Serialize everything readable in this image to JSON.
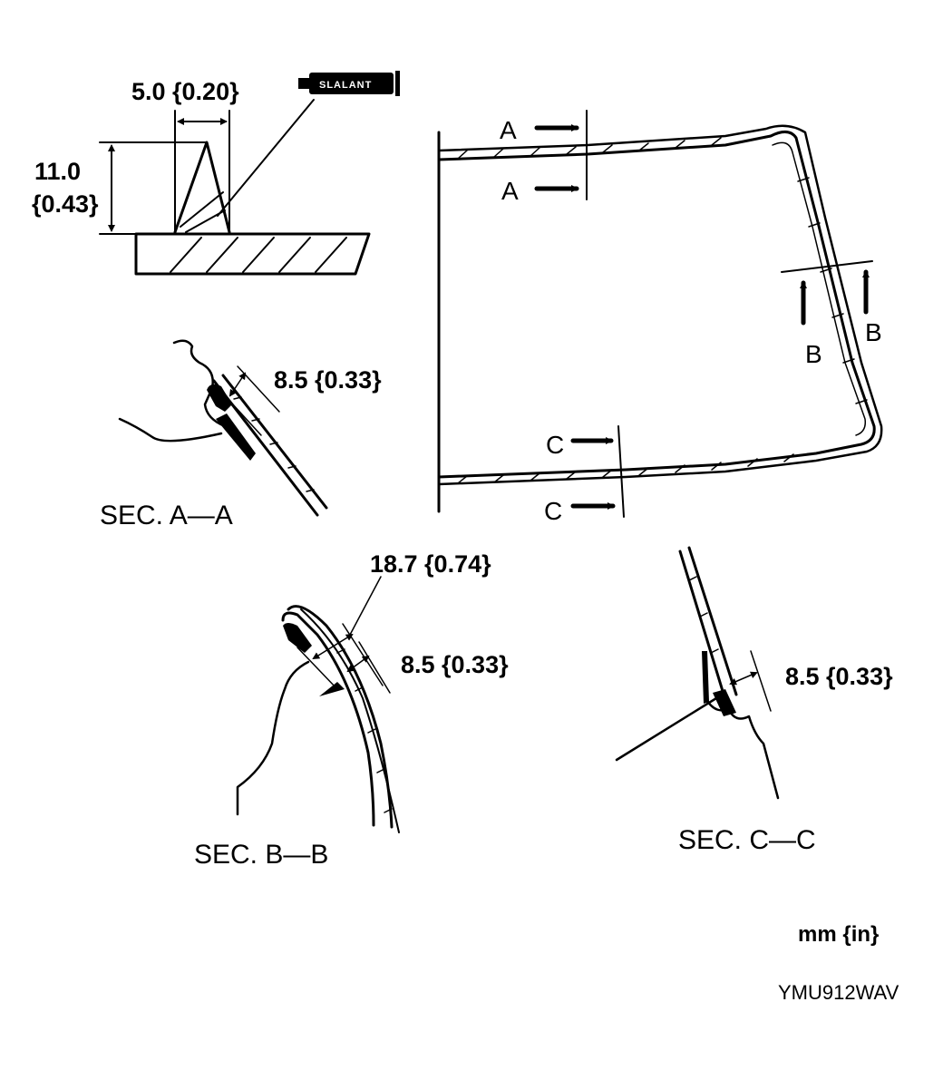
{
  "sealant_detail": {
    "tube_label": "SLALANT",
    "width_label": "5.0 {0.20}",
    "height_label_1": "11.0",
    "height_label_2": "{0.43}"
  },
  "windshield_view": {
    "marker_a_top": "A",
    "marker_a_bottom": "A",
    "marker_b_left": "B",
    "marker_b_right": "B",
    "marker_c_top": "C",
    "marker_c_bottom": "C"
  },
  "section_a": {
    "title": "SEC. A—A",
    "dimension": "8.5 {0.33}"
  },
  "section_b": {
    "title": "SEC. B—B",
    "dimension_outer": "18.7 {0.74}",
    "dimension_inner": "8.5 {0.33}"
  },
  "section_c": {
    "title": "SEC. C—C",
    "dimension": "8.5 {0.33}"
  },
  "footer": {
    "units": "mm {in}",
    "figure_code": "YMU912WAV"
  }
}
